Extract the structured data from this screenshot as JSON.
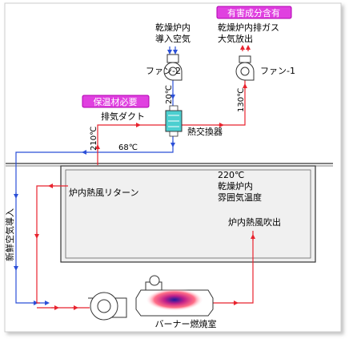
{
  "labels": {
    "harmful_badge": "有害成分含有",
    "insulation_badge": "保温材必要",
    "intake_line1": "乾燥炉内",
    "intake_line2": "導入空気",
    "exhaust_line1": "乾燥炉内排ガス",
    "exhaust_line2": "大気放出",
    "fan2": "ファン-2",
    "fan1": "ファン-1",
    "exhaust_duct": "排気ダクト",
    "heat_exchanger": "熱交換器",
    "temp_20": "20℃",
    "temp_130": "130℃",
    "temp_210": "210℃",
    "temp_68": "68℃",
    "temp_220": "220℃",
    "oven_atm_line1": "乾燥炉内",
    "oven_atm_line2": "雰囲気温度",
    "return_air": "炉内熱風リターン",
    "hot_air_out": "炉内熱風吹出",
    "fresh_air": "新鮮空気導入",
    "burner": "バーナー燃焼室"
  },
  "colors": {
    "blue_line": "#2b4fd8",
    "red_line": "#e8232e",
    "badge": "#e040e0",
    "badge_border": "#b000b0",
    "oven_fill": "#f0f0f0",
    "hx_fill": "#4ccfd0"
  }
}
